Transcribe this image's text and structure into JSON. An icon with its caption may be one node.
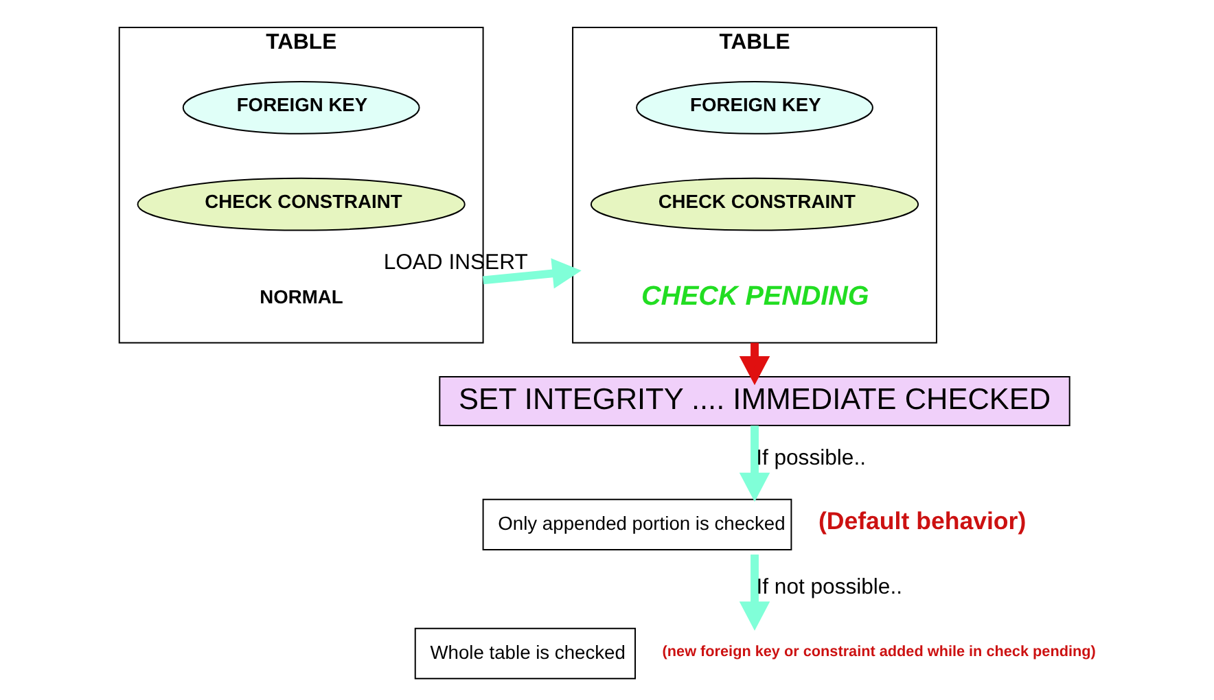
{
  "diagram": {
    "nodes": [
      {
        "text": [
          "TABLE"
        ],
        "beside": [
          "NORMAL"
        ]
      },
      {
        "text": [
          "FOREIGN KEY"
        ],
        "in": 0
      },
      {
        "text": [
          "CHECK CONSTRAINT"
        ],
        "in": 0
      },
      {
        "text": [
          "TABLE"
        ],
        "beside": [
          "CHECK PENDING"
        ]
      },
      {
        "text": [
          "FOREIGN KEY"
        ],
        "in": 3
      },
      {
        "text": [
          "CHECK CONSTRAINT"
        ],
        "in": 3
      },
      {
        "text": [
          "SET INTEGRITY .... IMMEDIATE CHECKED"
        ]
      },
      {
        "text": [
          "Only appended portion is checked"
        ],
        "beside": [
          "(Default behavior)"
        ]
      },
      {
        "text": [
          "Whole table is checked"
        ],
        "beside": [
          "(new foreign key or constraint added while in check pending)"
        ]
      }
    ],
    "edges": [
      {
        "from": 0,
        "to": 3,
        "arrow": "to",
        "label": "LOAD INSERT"
      },
      {
        "from": 3,
        "to": 6,
        "arrow": "to",
        "color": "#e01010"
      },
      {
        "from": 6,
        "to": 7,
        "arrow": "to",
        "label": "If possible.."
      },
      {
        "from": 7,
        "to": 8,
        "arrow": "to",
        "label": "If not possible.."
      }
    ]
  }
}
